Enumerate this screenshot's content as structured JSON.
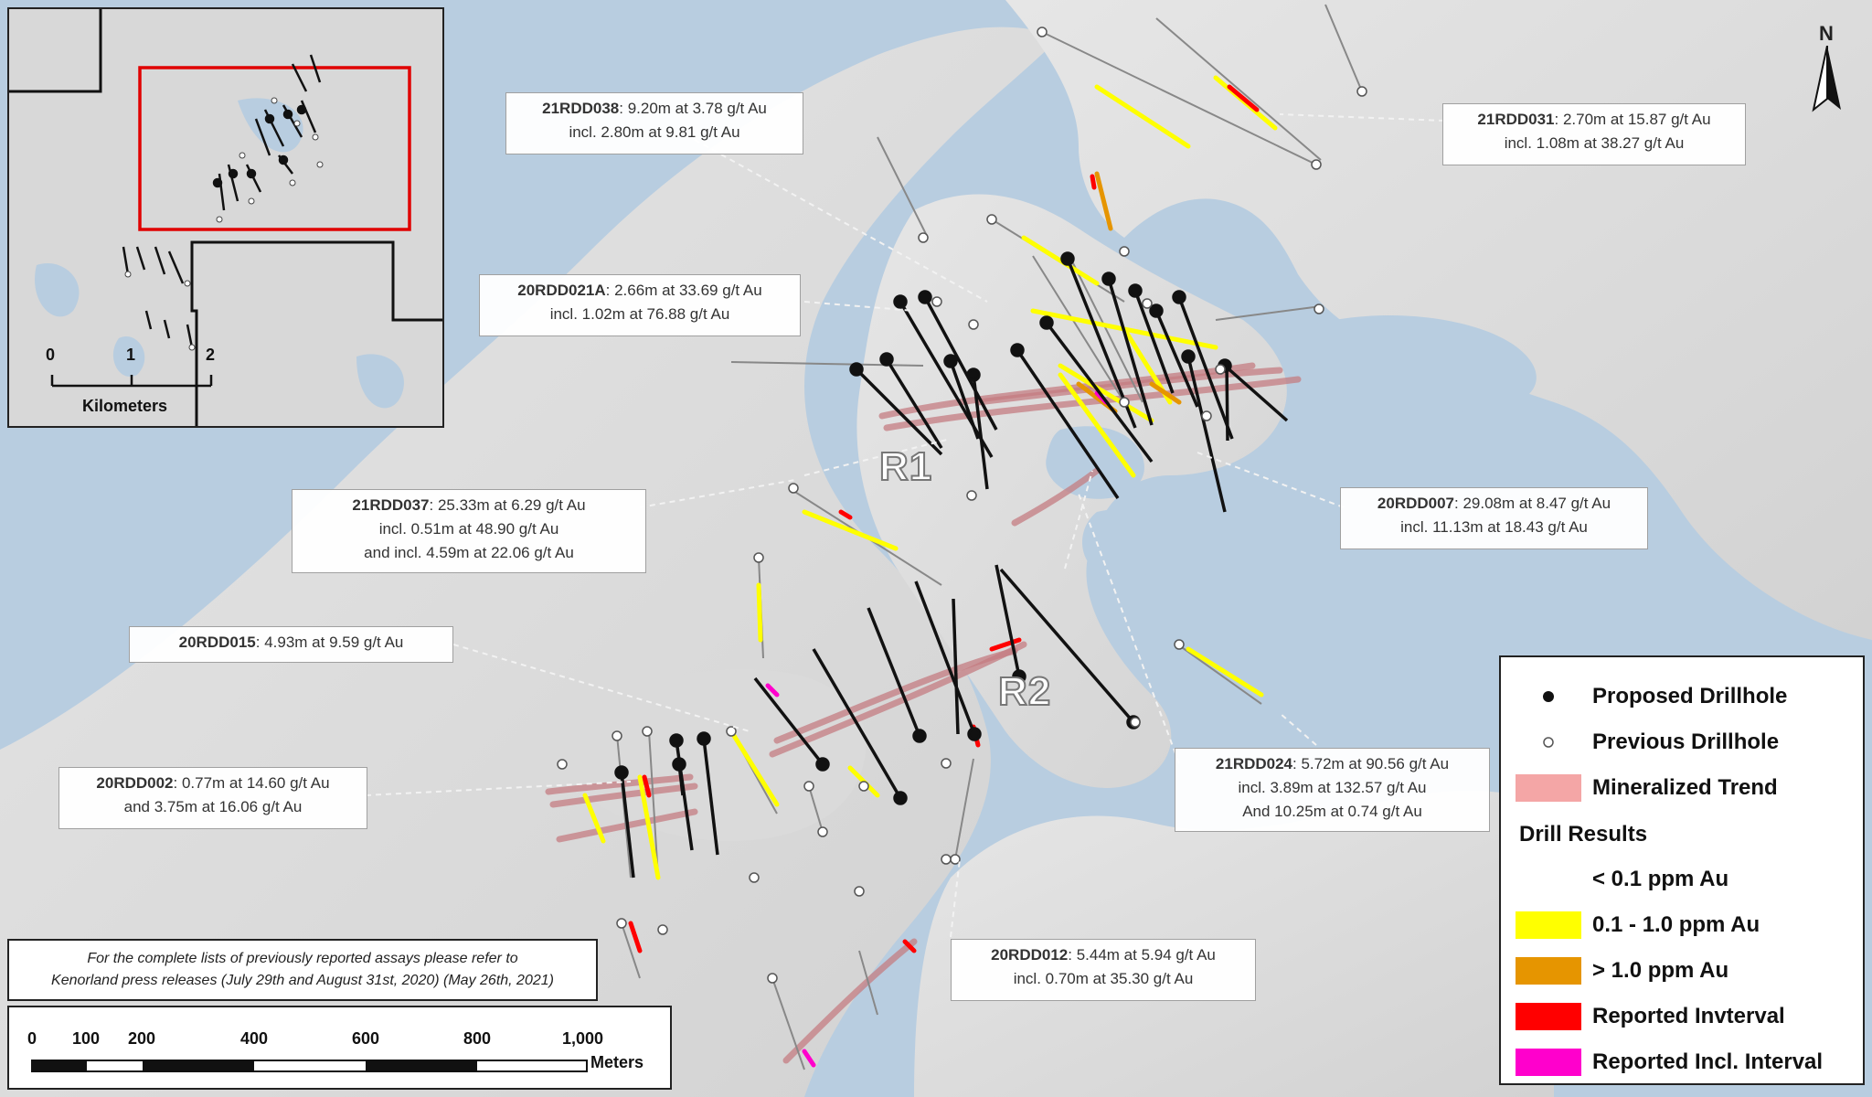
{
  "zones": {
    "r1": "R1",
    "r2": "R2"
  },
  "north_label": "N",
  "callouts": [
    {
      "id": "21RDD038",
      "hole": "21RDD038",
      "line1": ": 9.20m at 3.78 g/t Au",
      "line2": "incl. 2.80m at 9.81 g/t Au",
      "line3": ""
    },
    {
      "id": "21RDD031",
      "hole": "21RDD031",
      "line1": ": 2.70m at 15.87 g/t Au",
      "line2": "incl. 1.08m at 38.27 g/t Au",
      "line3": ""
    },
    {
      "id": "20RDD021A",
      "hole": "20RDD021A",
      "line1": ": 2.66m at 33.69 g/t Au",
      "line2": "incl. 1.02m at 76.88 g/t Au",
      "line3": ""
    },
    {
      "id": "21RDD037",
      "hole": "21RDD037",
      "line1": ": 25.33m at 6.29 g/t Au",
      "line2": "incl. 0.51m at 48.90 g/t Au",
      "line3": "and incl. 4.59m at 22.06 g/t Au"
    },
    {
      "id": "20RDD007",
      "hole": "20RDD007",
      "line1": ": 29.08m at 8.47 g/t Au",
      "line2": "incl. 11.13m at 18.43 g/t Au",
      "line3": ""
    },
    {
      "id": "20RDD015",
      "hole": "20RDD015",
      "line1": ": 4.93m at 9.59 g/t Au",
      "line2": "",
      "line3": ""
    },
    {
      "id": "20RDD002",
      "hole": "20RDD002",
      "line1": ": 0.77m at 14.60 g/t Au",
      "line2": "and 3.75m at 16.06 g/t Au",
      "line3": ""
    },
    {
      "id": "21RDD024",
      "hole": "21RDD024",
      "line1": ": 5.72m at 90.56 g/t Au",
      "line2": "incl. 3.89m at 132.57 g/t Au",
      "line3": "And 10.25m at 0.74 g/t Au"
    },
    {
      "id": "20RDD012",
      "hole": "20RDD012",
      "line1": ": 5.44m at 5.94 g/t Au",
      "line2": "incl. 0.70m at 35.30 g/t Au",
      "line3": ""
    }
  ],
  "legend": {
    "proposed": "Proposed Drillhole",
    "previous": "Previous Drillhole",
    "trend": "Mineralized Trend",
    "results_title": "Drill Results",
    "r0": "< 0.1 ppm Au",
    "r1": "0.1 - 1.0 ppm Au",
    "r2": "> 1.0 ppm Au",
    "reported": "Reported Invterval",
    "incl": "Reported Incl. Interval",
    "colors": {
      "trend": "#f4a6a6",
      "yellow": "#ffff00",
      "orange": "#e69500",
      "red": "#ff0000",
      "magenta": "#ff00cc"
    }
  },
  "note": {
    "line1": "For the complete lists of previously reported assays please refer to",
    "line2": "Kenorland press releases (July 29th and August 31st, 2020) (May 26th, 2021)"
  },
  "scalebar": {
    "ticks": [
      "0",
      "100",
      "200",
      "400",
      "600",
      "800",
      "1,000"
    ],
    "unit": "Meters"
  },
  "inset": {
    "ticks": [
      "0",
      "1",
      "2"
    ],
    "unit": "Kilometers"
  }
}
